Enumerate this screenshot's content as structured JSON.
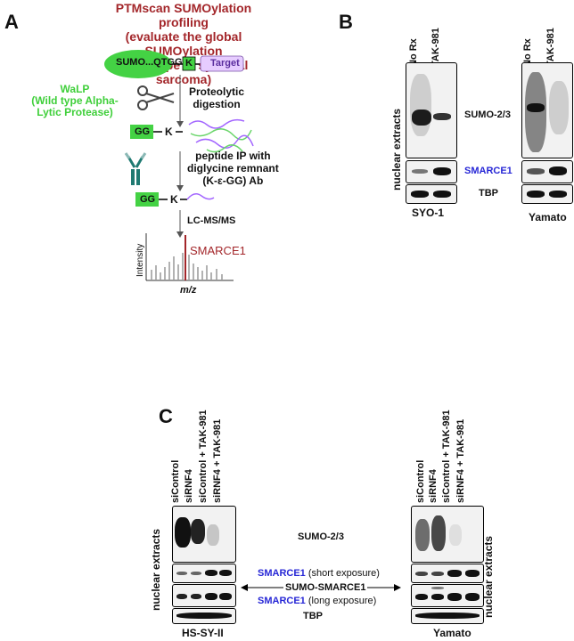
{
  "panels": {
    "a": "A",
    "b": "B",
    "c": "C"
  },
  "panel_a": {
    "title_line1": "PTMscan SUMOylation profiling",
    "title_line2": "(evaluate the global SUMOylation",
    "title_line3": "landscape in synovial sarcoma)",
    "sumo_label": "SUMO...QTGG",
    "k_label": "K",
    "target_label": "Target",
    "walp_line1": "WaLP",
    "walp_line2": "(Wild type Alpha-",
    "walp_line3": "Lytic Protease)",
    "step1_line1": "Proteolytic",
    "step1_line2": "digestion",
    "gg_label": "GG",
    "k2_label": "K",
    "step2_line1": "peptide IP with",
    "step2_line2": "diglycine remnant",
    "step2_line3": "(K-ε-GG) Ab",
    "gg2_label": "GG",
    "k3_label": "K",
    "step3": "LC-MS/MS",
    "hit_label": "SMARCE1",
    "y_axis": "Intensity",
    "x_axis": "m/z"
  },
  "panel_b": {
    "lanes": [
      "No Rx",
      "TAK-981"
    ],
    "left_rot_label": "nuclear extracts",
    "sumo_label": "SUMO-2/3",
    "smarce1_label": "SMARCE1",
    "tbp_label": "TBP",
    "cell_left": "SYO-1",
    "cell_right": "Yamato"
  },
  "panel_c": {
    "lanes": [
      "siControl",
      "siRNF4",
      "siControl + TAK-981",
      "siRNF4 + TAK-981"
    ],
    "rot_label": "nuclear extracts",
    "sumo_label": "SUMO-2/3",
    "smarce1_short_a": "SMARCE1",
    "smarce1_short_b": "(short exposure)",
    "sumo_smarce1": "SUMO-SMARCE1",
    "smarce1_long_a": "SMARCE1",
    "smarce1_long_b": "(long exposure)",
    "tbp_label": "TBP",
    "cell_left": "HS-SY-II",
    "cell_right": "Yamato"
  },
  "colors": {
    "title_red": "#a3262a",
    "walp_green": "#3fcf3a",
    "smarce1_blue": "#2727d6",
    "target_purple": "#e6ccff",
    "gg_green": "#44d244"
  }
}
